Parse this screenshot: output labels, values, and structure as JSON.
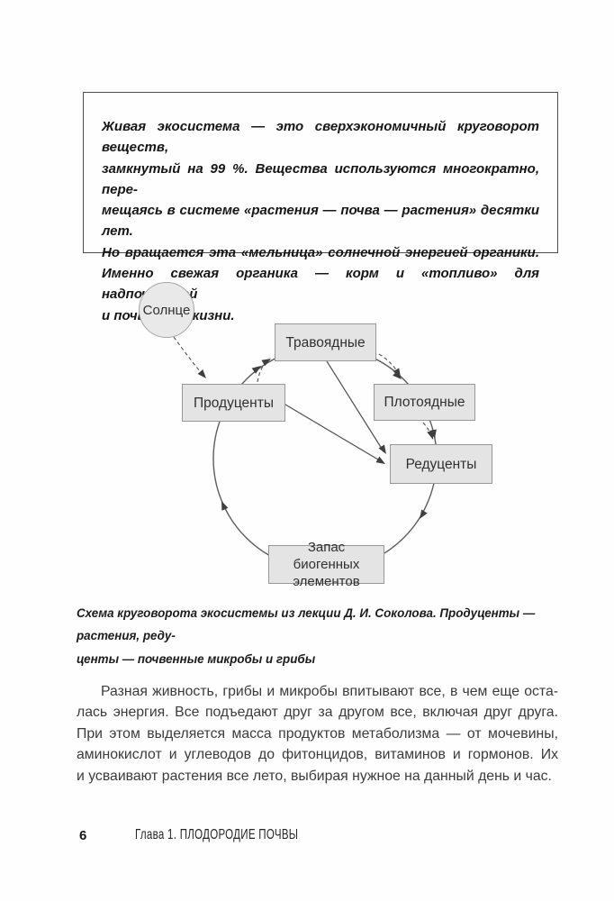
{
  "quote_box": {
    "lines": [
      "Живая экосистема — это сверхэкономичный круговорот веществ,",
      "замкнутый на 99 %. Вещества используются многократно, пере-",
      "мещаясь в системе «растения — почва — растения» десятки лет.",
      "Но вращается эта «мельница» солнечной энергией органики.",
      "Именно свежая органика — корм и «топливо» для надпочвенной",
      "и почвенной жизни."
    ]
  },
  "diagram": {
    "nodes": {
      "sun": "Солнце",
      "herbivores": "Травоядные",
      "producers": "Продуценты",
      "carnivores": "Плотоядные",
      "decomposers": "Редуценты",
      "reserve": "Запас биогенных элементов"
    },
    "colors": {
      "node_fill": "#e4e4e4",
      "node_border": "#979797",
      "line": "#5d5d5d",
      "arrowhead": "#3f3f3f"
    }
  },
  "caption": {
    "lines": [
      "Схема круговорота экосистемы из лекции Д. И. Соколова. Продуценты — растения, реду-",
      "центы — почвенные микробы и грибы"
    ]
  },
  "paragraph": {
    "lines": [
      "Разная живность, грибы и микробы впитывают все, в чем еще оста-",
      "лась энергия. Все подъедают друг за другом все, включая друг друга.",
      "При этом выделяется масса продуктов метаболизма — от мочевины,",
      "аминокислот и углеводов до фитонцидов, витаминов и гормонов. Их",
      "и усваивают растения все лето, выбирая нужное на данный день и час."
    ]
  },
  "footer": {
    "page_number": "6",
    "chapter_title": "Глава 1. ПЛОДОРОДИЕ ПОЧВЫ"
  }
}
